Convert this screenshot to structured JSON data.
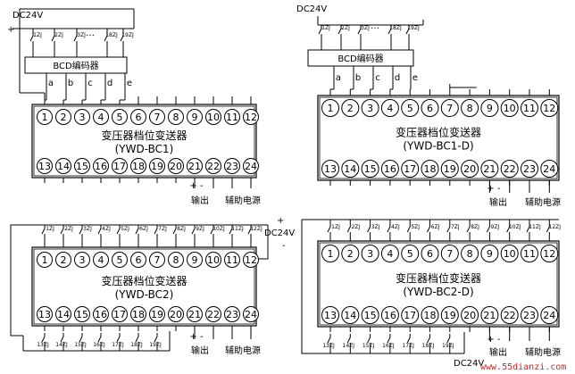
{
  "supply": {
    "label": "DC24V",
    "plus": "+",
    "minus": "-",
    "dots": "…"
  },
  "encoder_label": "BCD编码器",
  "encoder_outputs": [
    "a",
    "b",
    "c",
    "d",
    "e"
  ],
  "contacts_top5": [
    "1ZJ",
    "2ZJ",
    "3ZJ",
    "18ZJ",
    "19ZJ"
  ],
  "contacts_bc2_top": [
    "1ZJ",
    "2ZJ",
    "3ZJ",
    "4ZJ",
    "5ZJ",
    "6ZJ",
    "7ZJ",
    "8ZJ",
    "9ZJ",
    "10ZJ",
    "11ZJ",
    "12ZJ"
  ],
  "contacts_bc2_bottom": [
    "13ZJ",
    "14ZJ",
    "15ZJ",
    "16ZJ",
    "17ZJ",
    "18ZJ",
    "19ZJ"
  ],
  "pins_top": [
    "1",
    "2",
    "3",
    "4",
    "5",
    "6",
    "7",
    "8",
    "9",
    "10",
    "11",
    "12"
  ],
  "pins_bottom": [
    "13",
    "14",
    "15",
    "16",
    "17",
    "18",
    "19",
    "20",
    "21",
    "22",
    "23",
    "24"
  ],
  "device_name": "变压器档位变送器",
  "models": [
    "(YWD-BC1)",
    "(YWD-BC1-D)",
    "(YWD-BC2)",
    "(YWD-BC2-D)"
  ],
  "output_label": "输出",
  "aux_label": "辅助电源",
  "output_polarity": "+  -",
  "watermark": "www.55dianzi.com"
}
